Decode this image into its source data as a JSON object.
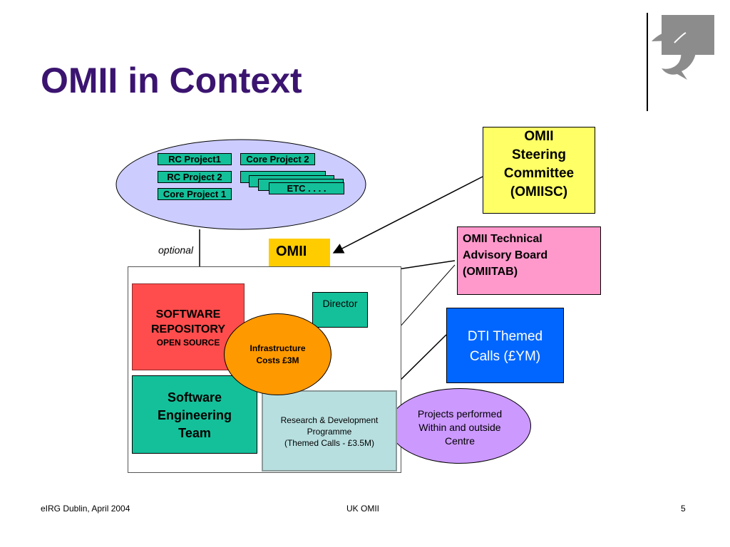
{
  "slide": {
    "title": "OMII in Context",
    "footer_left": "eIRG Dublin, April 2004",
    "footer_center": "UK OMII",
    "footer_right": "5"
  },
  "logo": {
    "icon": "dolphin-logo-icon",
    "color": "#8c8c8c"
  },
  "ellipse": {
    "fill": "#ccccff",
    "boxes": [
      "RC Project1",
      "RC Project 2",
      "Core Project 1",
      "Core Project 2",
      "ETC . . . ."
    ]
  },
  "labels": {
    "optional": "optional",
    "omii": "OMII"
  },
  "software_repository": {
    "line1": "SOFTWARE",
    "line2": "REPOSITORY",
    "line3": "OPEN SOURCE"
  },
  "director": "Director",
  "infrastructure": {
    "line1": "Infrastructure",
    "line2": "Costs £3M"
  },
  "software_engineering": {
    "line1": "Software",
    "line2": "Engineering",
    "line3": "Team"
  },
  "research": {
    "line1": "Research & Development",
    "line2": "Programme",
    "line3": "(Themed Calls - £3.5M)"
  },
  "projects": {
    "line1": "Projects performed",
    "line2": "Within and outside",
    "line3": "Centre"
  },
  "steering": {
    "line1": "OMII",
    "line2": "Steering",
    "line3": "Committee",
    "line4": "(OMIISC)"
  },
  "tab": {
    "line1": "OMII Technical",
    "line2": "Advisory Board",
    "line3": "(OMIITAB)"
  },
  "dti": {
    "line1": "DTI Themed",
    "line2": "Calls (£YM)"
  },
  "colors": {
    "title": "#3b1470",
    "teal": "#14c09a",
    "red": "#ff4d4d",
    "orange": "#ff9900",
    "yellow": "#ffff66",
    "pink": "#ff99cc",
    "blue": "#0066ff",
    "purple": "#cc99ff",
    "light_blue": "#b8dfe0",
    "gold": "#ffcc00"
  }
}
